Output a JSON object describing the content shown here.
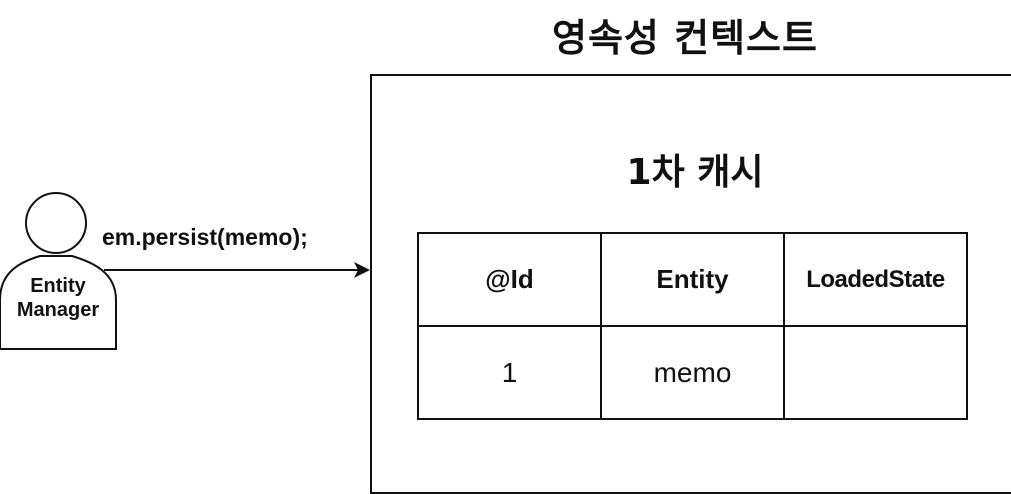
{
  "diagram": {
    "title": "영속성 컨텍스트",
    "actor": {
      "label_line1": "Entity",
      "label_line2": "Manager"
    },
    "call": {
      "label": "em.persist(memo);"
    },
    "cache": {
      "title": "1차 캐시",
      "columns": [
        "@Id",
        "Entity",
        "LoadedState"
      ],
      "rows": [
        [
          "1",
          "memo",
          ""
        ]
      ]
    }
  }
}
